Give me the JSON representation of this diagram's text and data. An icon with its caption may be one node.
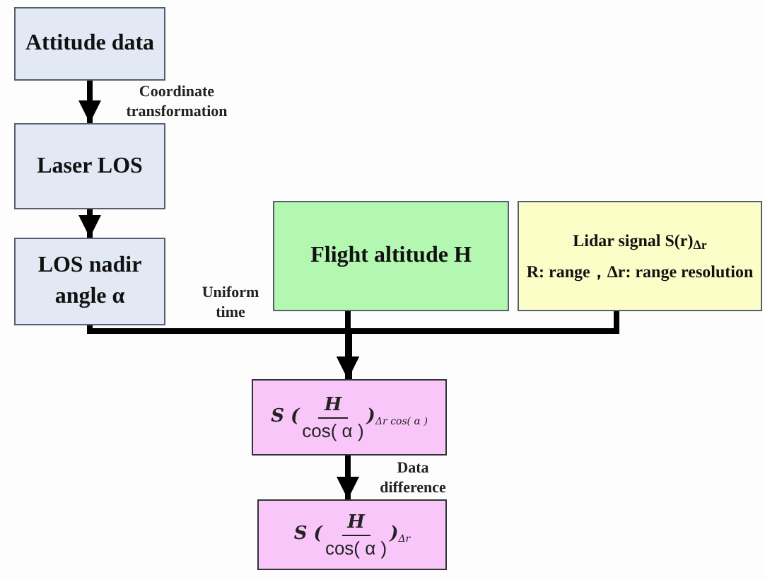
{
  "diagram": {
    "nodes": [
      {
        "text": [
          "Attitude data"
        ]
      },
      {
        "text": [
          "Laser LOS"
        ]
      },
      {
        "text": [
          "LOS nadir angle α"
        ]
      },
      {
        "text": [
          "Flight altitude H"
        ]
      },
      {
        "text": [
          "Lidar signal S(r)$_{Δr}$",
          "R: range，Δr: range resolution"
        ]
      },
      {
        "text": [
          "S (",
          "H",
          "cos( α )",
          ")$_{Δr cos( α )}$"
        ]
      },
      {
        "text": [
          "S (",
          "H",
          "cos( α )",
          ")$_{Δr}$"
        ]
      }
    ],
    "edges": [
      {
        "from": 0,
        "to": 1,
        "arrow": "to",
        "label": "Coordinate transformation"
      },
      {
        "from": 1,
        "to": 2,
        "arrow": "to"
      },
      {
        "from": 2,
        "to": 5,
        "arrow": "to",
        "label": "Uniform time"
      },
      {
        "from": 3,
        "to": 5,
        "arrow": "to"
      },
      {
        "from": 4,
        "to": 5,
        "arrow": "to"
      },
      {
        "from": 5,
        "to": 6,
        "arrow": "to",
        "label": "Data difference"
      }
    ]
  }
}
